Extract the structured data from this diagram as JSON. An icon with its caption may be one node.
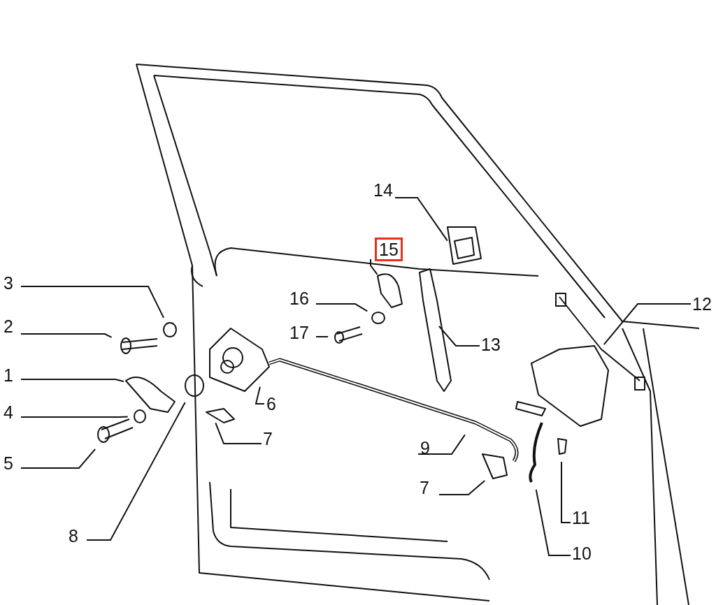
{
  "diagram": {
    "nodes": [
      {
        "text": [
          "14"
        ]
      },
      {
        "text": [
          "15"
        ]
      },
      {
        "text": [
          "3"
        ]
      },
      {
        "text": [
          "16"
        ]
      },
      {
        "text": [
          "12"
        ]
      },
      {
        "text": [
          "2"
        ]
      },
      {
        "text": [
          "17"
        ]
      },
      {
        "text": [
          "13"
        ]
      },
      {
        "text": [
          "1"
        ]
      },
      {
        "text": [
          "6"
        ]
      },
      {
        "text": [
          "4"
        ]
      },
      {
        "text": [
          "7"
        ]
      },
      {
        "text": [
          "9"
        ]
      },
      {
        "text": [
          "5"
        ]
      },
      {
        "text": [
          "7"
        ]
      },
      {
        "text": [
          "11"
        ]
      },
      {
        "text": [
          "8"
        ]
      },
      {
        "text": [
          "10"
        ]
      }
    ],
    "edges": [
      {
        "from": 0,
        "to": null,
        "arrow": "none"
      },
      {
        "from": 1,
        "to": null,
        "arrow": "none"
      },
      {
        "from": 2,
        "to": null,
        "arrow": "none"
      },
      {
        "from": 3,
        "to": null,
        "arrow": "none"
      },
      {
        "from": 4,
        "to": null,
        "arrow": "none"
      },
      {
        "from": 5,
        "to": null,
        "arrow": "none"
      },
      {
        "from": 6,
        "to": null,
        "arrow": "none"
      },
      {
        "from": 7,
        "to": null,
        "arrow": "none"
      },
      {
        "from": 8,
        "to": null,
        "arrow": "none"
      },
      {
        "from": 9,
        "to": null,
        "arrow": "none"
      },
      {
        "from": 10,
        "to": null,
        "arrow": "none"
      },
      {
        "from": 11,
        "to": null,
        "arrow": "none"
      },
      {
        "from": 12,
        "to": null,
        "arrow": "none"
      },
      {
        "from": 13,
        "to": null,
        "arrow": "none"
      },
      {
        "from": 14,
        "to": null,
        "arrow": "none"
      },
      {
        "from": 15,
        "to": null,
        "arrow": "none"
      },
      {
        "from": 16,
        "to": null,
        "arrow": "none"
      },
      {
        "from": 17,
        "to": null,
        "arrow": "none"
      }
    ]
  }
}
